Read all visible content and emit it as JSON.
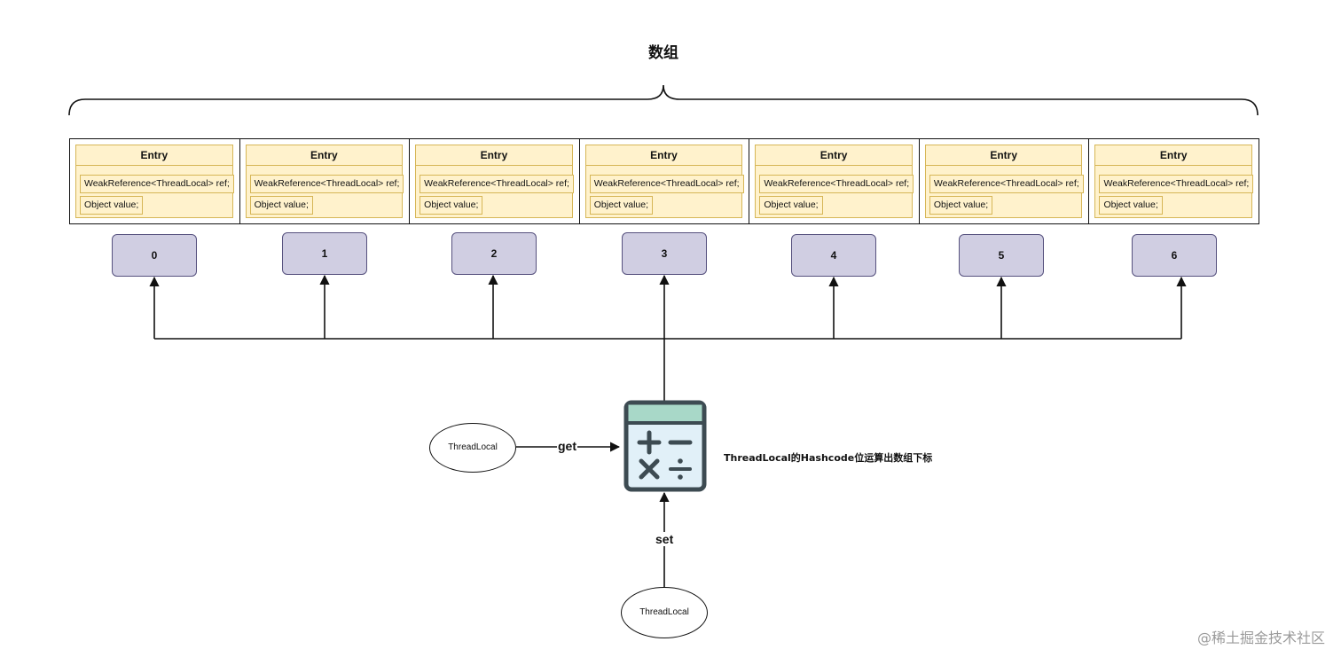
{
  "title": "数组",
  "entries": [
    {
      "title": "Entry",
      "ref_field": "WeakReference<ThreadLocal> ref;",
      "value_field": "Object value;"
    },
    {
      "title": "Entry",
      "ref_field": "WeakReference<ThreadLocal> ref;",
      "value_field": "Object value;"
    },
    {
      "title": "Entry",
      "ref_field": "WeakReference<ThreadLocal> ref;",
      "value_field": "Object value;"
    },
    {
      "title": "Entry",
      "ref_field": "WeakReference<ThreadLocal> ref;",
      "value_field": "Object value;"
    },
    {
      "title": "Entry",
      "ref_field": "WeakReference<ThreadLocal> ref;",
      "value_field": "Object value;"
    },
    {
      "title": "Entry",
      "ref_field": "WeakReference<ThreadLocal> ref;",
      "value_field": "Object value;"
    },
    {
      "title": "Entry",
      "ref_field": "WeakReference<ThreadLocal> ref;",
      "value_field": "Object value;"
    }
  ],
  "indices": [
    "0",
    "1",
    "2",
    "3",
    "4",
    "5",
    "6"
  ],
  "thread_local_get": "ThreadLocal",
  "thread_local_set": "ThreadLocal",
  "get_label": "get",
  "set_label": "set",
  "calculator_label": "ThreadLocal的Hashcode位运算出数组下标",
  "watermark": "@稀土掘金技术社区",
  "colors": {
    "entry_fill": "#fff2cc",
    "entry_border": "#d6b656",
    "index_fill": "#d0cee2",
    "index_border": "#56517e",
    "calc_body": "#e1f0f8",
    "calc_header": "#a8d8c8",
    "calc_outline": "#3d4b52"
  },
  "icons": {
    "calculator": "calculator-icon"
  }
}
